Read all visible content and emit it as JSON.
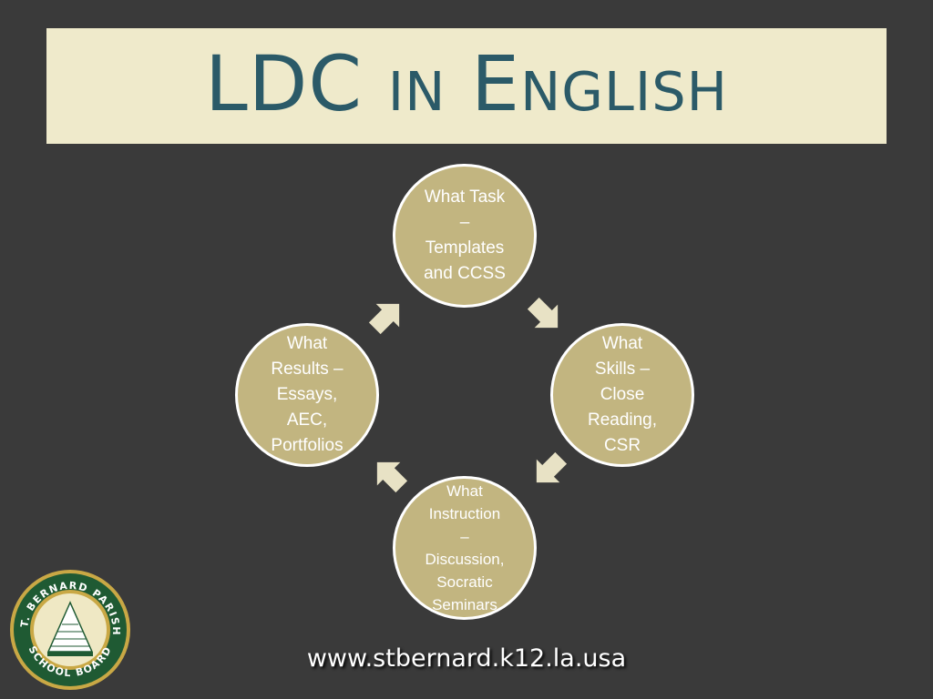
{
  "slide": {
    "title": "LDC in English",
    "footer_url": "www.stbernard.k12.la.usa"
  },
  "diagram": {
    "nodes": [
      {
        "id": "top",
        "text": "What Task\n–\nTemplates\nand CCSS"
      },
      {
        "id": "right",
        "text": "What\nSkills –\nClose\nReading,\nCSR"
      },
      {
        "id": "bottom",
        "text": "What\nInstruction\n–\nDiscussion,\nSocratic\nSeminars"
      },
      {
        "id": "left",
        "text": "What\nResults –\nEssays,\nAEC,\nPortfolios"
      }
    ]
  },
  "logo": {
    "outer_text": "ST. BERNARD PARISH",
    "lower_text": "SCHOOL BOARD",
    "colors": {
      "ring": "#1f5a33",
      "gold": "#c9a845",
      "cream": "#efe8c4"
    }
  },
  "colors": {
    "background": "#3a3a3a",
    "title_bar": "#efeacb",
    "title_text": "#2b5a68",
    "node_fill": "#c2b580",
    "node_border": "#ffffff",
    "arrow_fill": "#e8e2c5"
  }
}
